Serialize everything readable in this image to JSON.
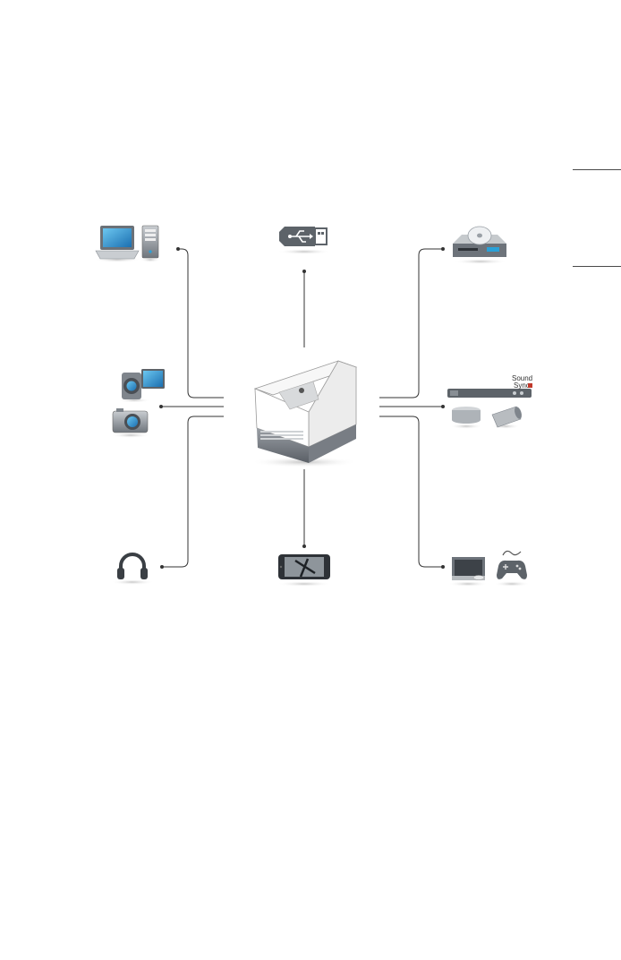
{
  "diagram": {
    "center_device": "projector-icon",
    "connections": [
      {
        "id": "pc",
        "icons": [
          "laptop-icon",
          "desktop-tower-icon"
        ],
        "side": "left-top"
      },
      {
        "id": "camera",
        "icons": [
          "camcorder-icon",
          "digital-camera-icon"
        ],
        "side": "left-middle"
      },
      {
        "id": "audio",
        "icons": [
          "headphones-icon"
        ],
        "side": "left-bottom"
      },
      {
        "id": "usb",
        "icons": [
          "usb-drive-icon"
        ],
        "side": "top"
      },
      {
        "id": "mobile",
        "icons": [
          "smartphone-icon"
        ],
        "side": "bottom"
      },
      {
        "id": "disc-player",
        "icons": [
          "dvd-player-icon"
        ],
        "side": "right-top"
      },
      {
        "id": "sound",
        "icons": [
          "soundbar-icon",
          "speaker-icon"
        ],
        "side": "right-middle"
      },
      {
        "id": "gaming",
        "icons": [
          "set-top-box-icon",
          "game-controller-icon"
        ],
        "side": "right-bottom"
      }
    ],
    "sound_sync_label": [
      "Sound",
      "Sync"
    ]
  },
  "colors": {
    "line": "#333333",
    "accent_blue": "#2aa1d8",
    "device_gray": "#7f858c",
    "body_white": "#f4f4f4"
  }
}
